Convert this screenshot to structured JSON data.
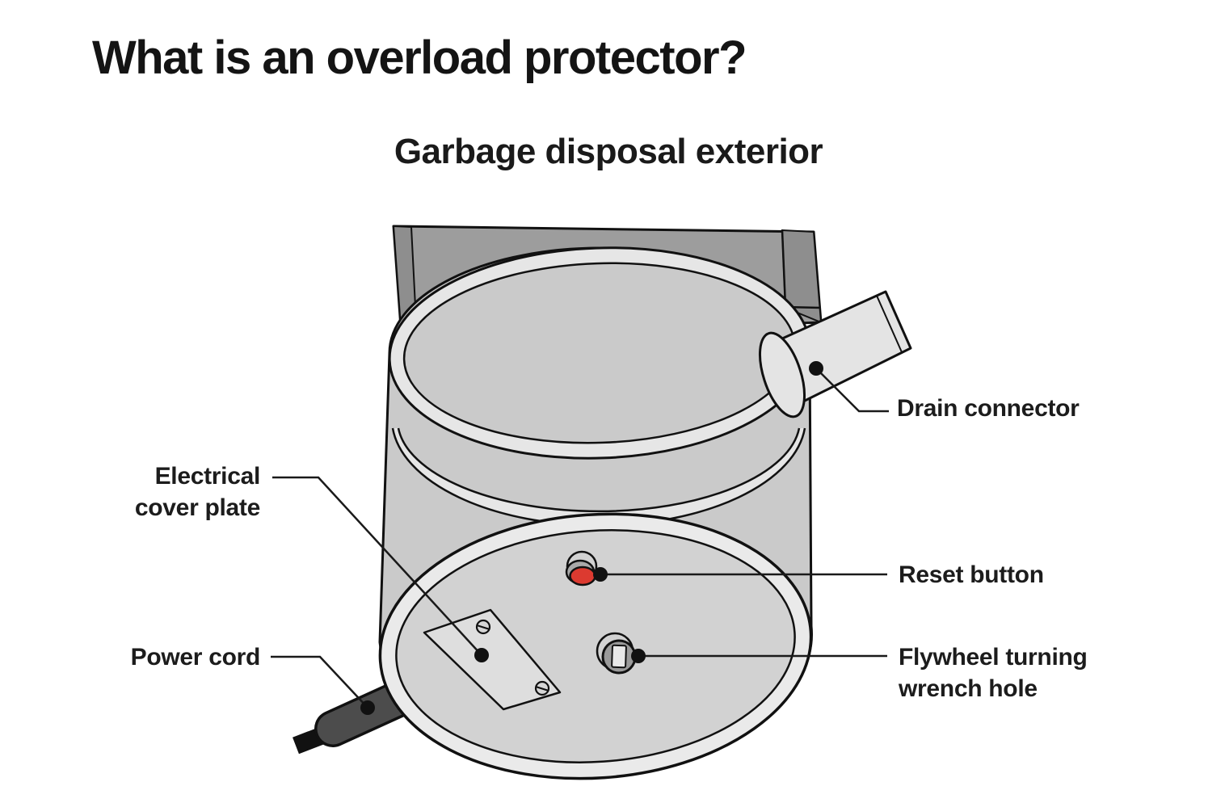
{
  "title": "What is an overload protector?",
  "diagram": {
    "subtitle": "Garbage disposal exterior",
    "labels": {
      "drain_connector": "Drain connector",
      "reset_button": "Reset button",
      "flywheel": "Flywheel turning\nwrench hole",
      "electrical": "Electrical\ncover plate",
      "power_cord": "Power cord"
    },
    "colors": {
      "outline": "#111111",
      "body_gray": "#cacaca",
      "rim_light_gray": "#e6e6e6",
      "bottom_face_gray": "#d2d2d2",
      "mount_plate_gray": "#9d9d9d",
      "mount_plate_dark": "#8e8e8e",
      "cover_plate_gray": "#dedede",
      "cord_gray": "#4c4c4c",
      "reset_red": "#dc3a30",
      "label_text": "#1c1c1c"
    }
  }
}
